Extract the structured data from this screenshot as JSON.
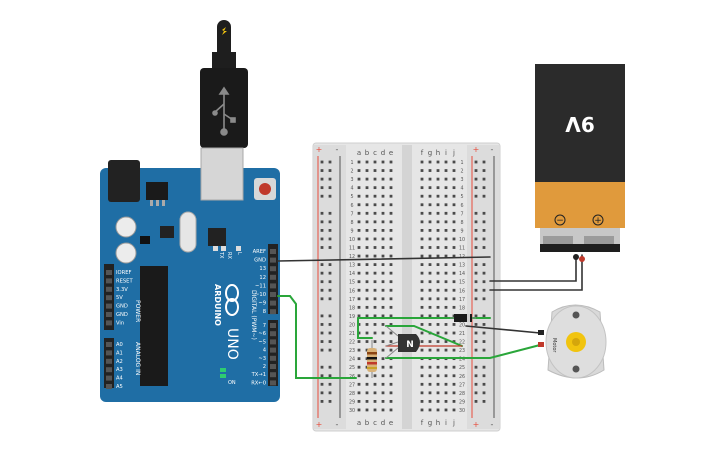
{
  "arduino": {
    "brand": "ARDUINO",
    "model": "UNO",
    "digital_label": "DIGITAL (PWM~)",
    "power_label": "POWER",
    "analog_label": "ANALOG IN",
    "on_label": "ON",
    "tx_label": "TX",
    "rx_label": "RX",
    "l_label": "L",
    "top_pins": [
      "AREF",
      "GND",
      "13",
      "12",
      "~11",
      "~10",
      "~9",
      "8"
    ],
    "bottom_pins": [
      "7",
      "~6",
      "~5",
      "4",
      "~3",
      "2",
      "TX→1",
      "RX←0"
    ],
    "power_pins": [
      "IOREF",
      "RESET",
      "3.3V",
      "5V",
      "GND",
      "GND",
      "Vin"
    ],
    "analog_pins": [
      "A0",
      "A1",
      "A2",
      "A3",
      "A4",
      "A5"
    ]
  },
  "breadboard": {
    "cols_left": [
      "a",
      "b",
      "c",
      "d",
      "e"
    ],
    "cols_right": [
      "f",
      "g",
      "h",
      "i",
      "j"
    ],
    "rail_plus": "+",
    "rail_minus": "-",
    "row_numbers": [
      "1",
      "2",
      "3",
      "4",
      "5",
      "6",
      "7",
      "8",
      "9",
      "10",
      "11",
      "12",
      "13",
      "14",
      "15",
      "16",
      "17",
      "18",
      "19",
      "20",
      "21",
      "22",
      "23",
      "24",
      "25",
      "26",
      "27",
      "28",
      "29",
      "30"
    ]
  },
  "battery": {
    "label": "9V",
    "minus": "−",
    "plus": "+"
  },
  "transistor": {
    "label": "N"
  },
  "motor": {
    "label": "Motor"
  },
  "colors": {
    "arduino_board": "#1f6ea5",
    "breadboard": "#e6e6e6",
    "wire_green": "#2aa63a",
    "wire_dark": "#333333",
    "battery_body": "#2b2b2b",
    "battery_cap": "#e09a3c",
    "motor_body": "#d9d9d9"
  }
}
